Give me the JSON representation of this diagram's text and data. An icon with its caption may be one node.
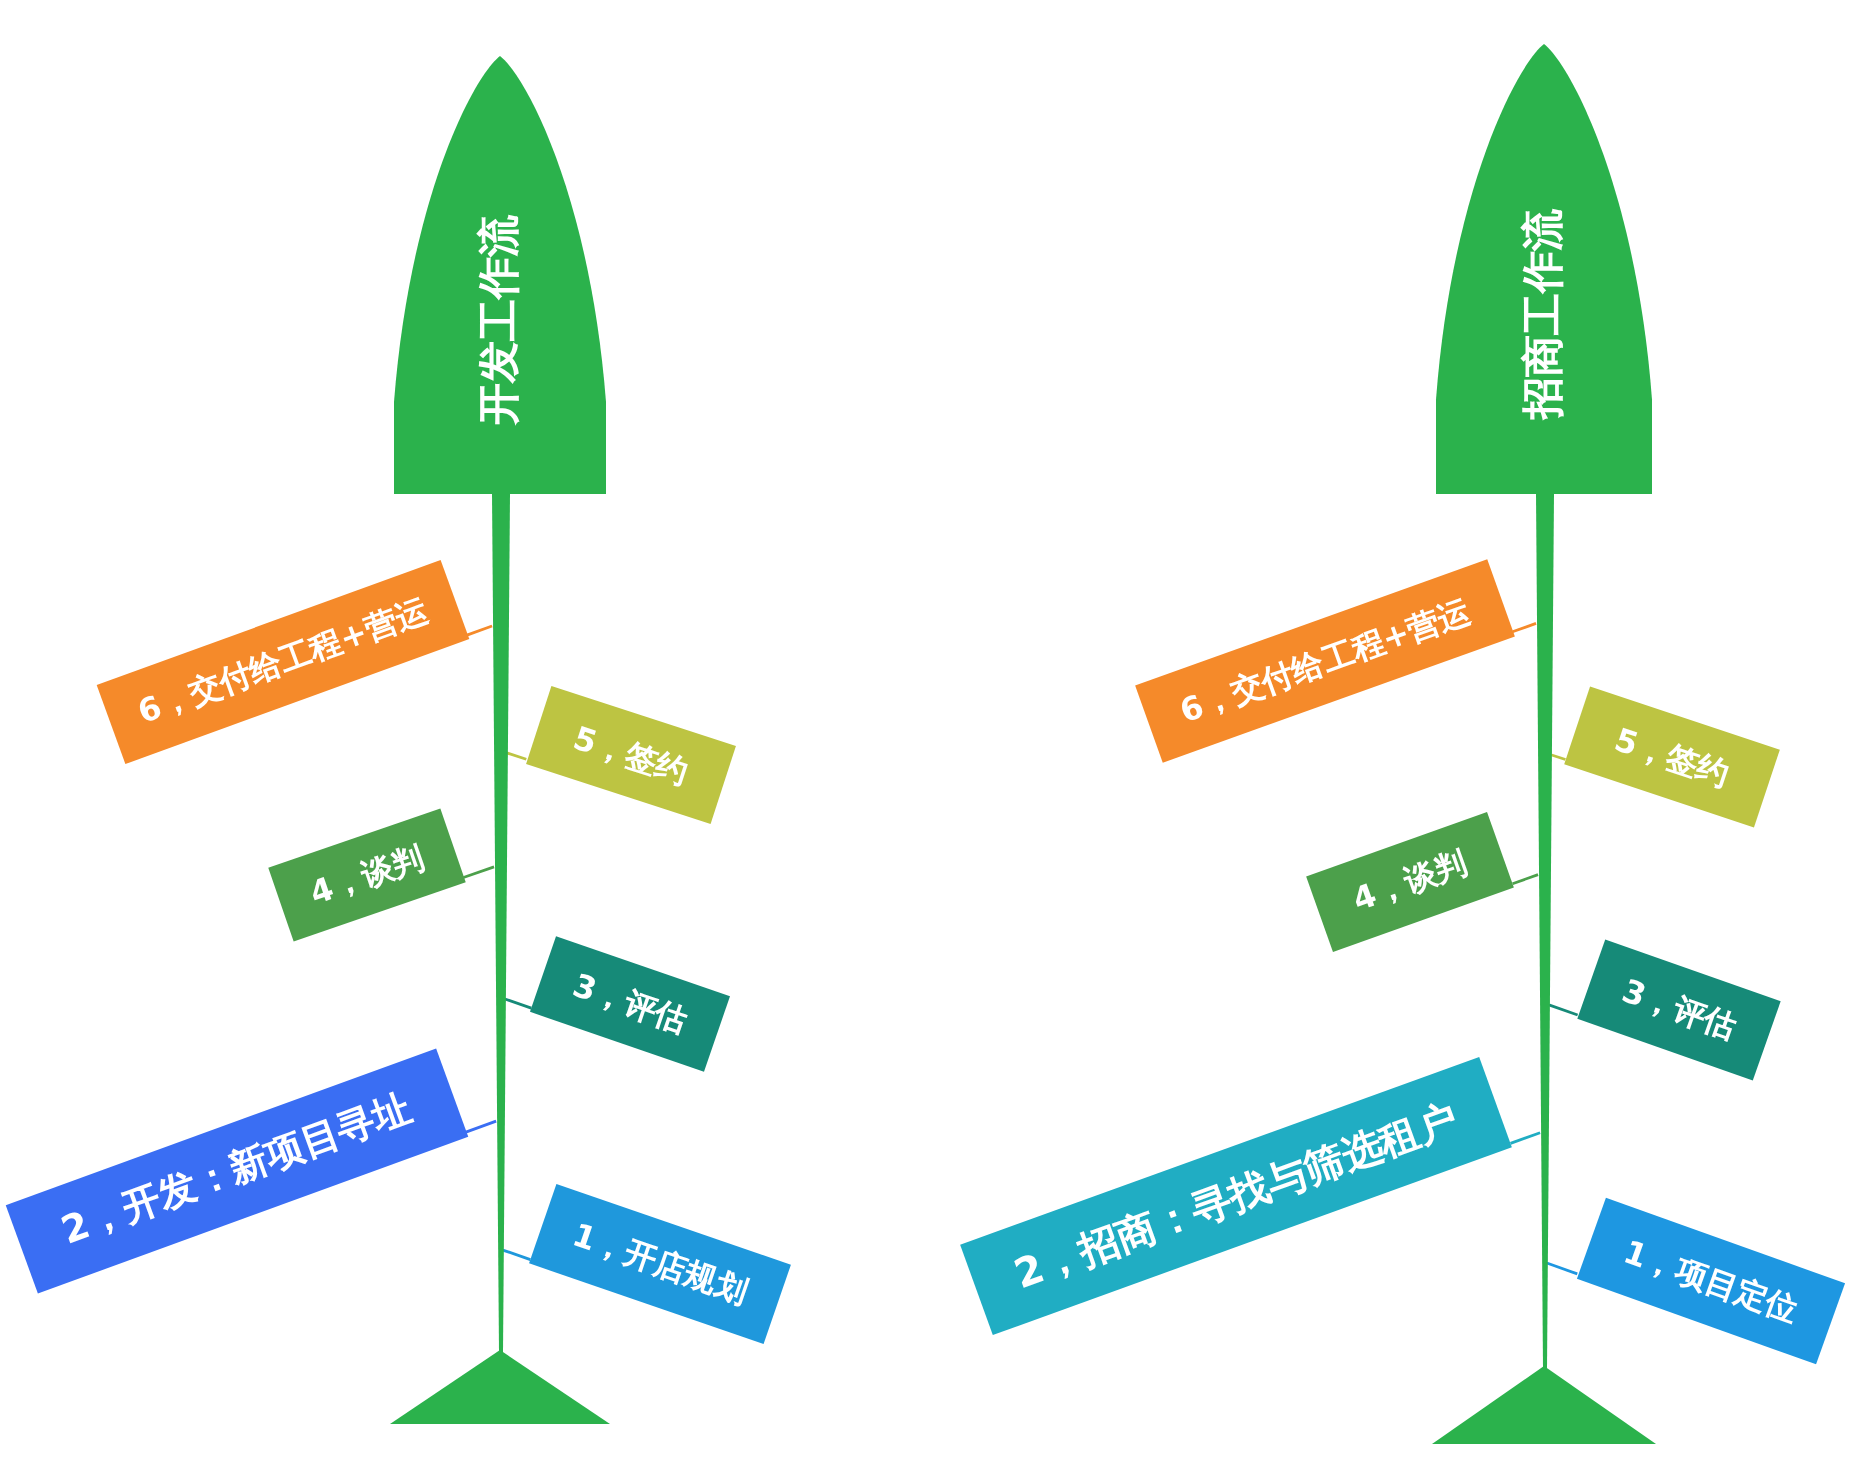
{
  "diagram": {
    "nodes": [
      {
        "text": [
          "开发工作流"
        ]
      },
      {
        "text": [],
        "shape": "bar"
      },
      {
        "text": [
          "6，交付给工程+营运"
        ]
      },
      {
        "text": [
          "5，签约"
        ]
      },
      {
        "text": [
          "4，谈判"
        ]
      },
      {
        "text": [
          "3，评估"
        ]
      },
      {
        "text": [
          "2，开发：新项目寻址"
        ]
      },
      {
        "text": [
          "1，开店规划"
        ]
      },
      {
        "text": [],
        "shape": "triangle"
      },
      {
        "text": [
          "招商工作流"
        ]
      },
      {
        "text": [],
        "shape": "bar"
      },
      {
        "text": [
          "6，交付给工程+营运"
        ]
      },
      {
        "text": [
          "5，签约"
        ]
      },
      {
        "text": [
          "4，谈判"
        ]
      },
      {
        "text": [
          "3，评估"
        ]
      },
      {
        "text": [
          "2，招商：寻找与筛选租户"
        ]
      },
      {
        "text": [
          "1，项目定位"
        ]
      },
      {
        "text": [],
        "shape": "triangle"
      }
    ],
    "edges": [
      {
        "from": 2,
        "to": 1,
        "arrow": "none",
        "color": "#f58a2a"
      },
      {
        "from": 3,
        "to": 1,
        "arrow": "none",
        "color": "#bdc442"
      },
      {
        "from": 4,
        "to": 1,
        "arrow": "none",
        "color": "#4ca04b"
      },
      {
        "from": 5,
        "to": 1,
        "arrow": "none",
        "color": "#168a78"
      },
      {
        "from": 6,
        "to": 1,
        "arrow": "none",
        "color": "#3a6ef3"
      },
      {
        "from": 7,
        "to": 1,
        "arrow": "none",
        "color": "#1f98dc"
      },
      {
        "from": 11,
        "to": 10,
        "arrow": "none",
        "color": "#f58a2a"
      },
      {
        "from": 12,
        "to": 10,
        "arrow": "none",
        "color": "#bdc442"
      },
      {
        "from": 13,
        "to": 10,
        "arrow": "none",
        "color": "#4ca04b"
      },
      {
        "from": 14,
        "to": 10,
        "arrow": "none",
        "color": "#168a78"
      },
      {
        "from": 15,
        "to": 10,
        "arrow": "none",
        "color": "#20adc3"
      },
      {
        "from": 16,
        "to": 10,
        "arrow": "none",
        "color": "#1e97e1"
      }
    ]
  }
}
